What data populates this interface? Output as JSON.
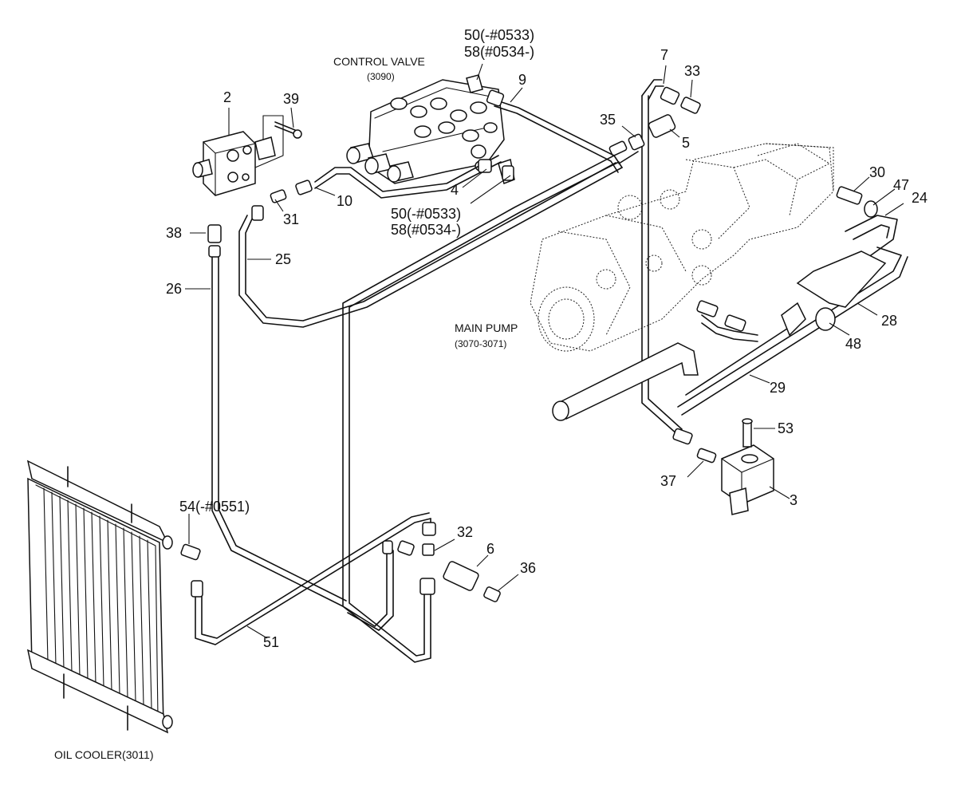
{
  "components": {
    "control_valve": {
      "name": "CONTROL VALVE",
      "ref": "(3090)"
    },
    "main_pump": {
      "name": "MAIN PUMP",
      "ref": "(3070-3071)"
    },
    "oil_cooler": {
      "name": "OIL COOLER(3011)"
    }
  },
  "callouts": {
    "c2": "2",
    "c3": "3",
    "c4": "4",
    "c5": "5",
    "c6": "6",
    "c7": "7",
    "c9": "9",
    "c10": "10",
    "c24": "24",
    "c25": "25",
    "c26": "26",
    "c28": "28",
    "c29": "29",
    "c30": "30",
    "c31": "31",
    "c32": "32",
    "c33": "33",
    "c35": "35",
    "c36": "36",
    "c37": "37",
    "c38": "38",
    "c39": "39",
    "c47": "47",
    "c48": "48",
    "c51": "51",
    "c53": "53",
    "c50_top": "50(-#0533)",
    "c58_top": "58(#0534-)",
    "c50_mid": "50(-#0533)",
    "c58_mid": "58(#0534-)",
    "c54": "54(-#0551)"
  }
}
